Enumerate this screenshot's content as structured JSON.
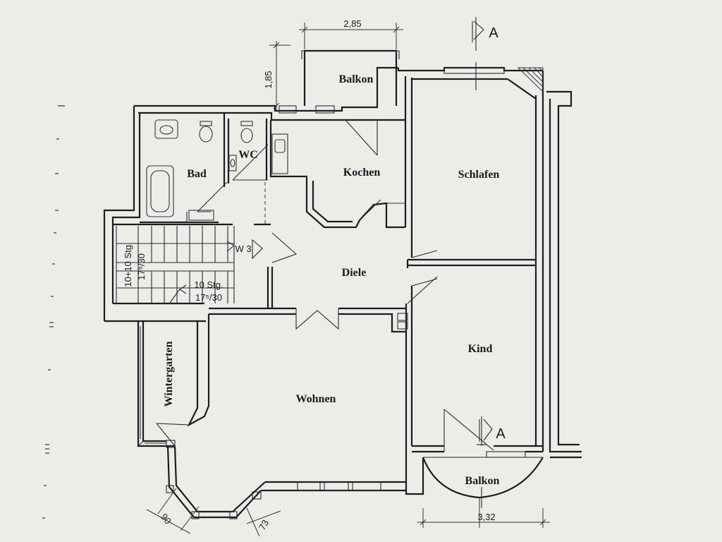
{
  "rooms": {
    "balkon_top": "Balkon",
    "kochen": "Kochen",
    "schlafen": "Schlafen",
    "bad": "Bad",
    "wc": "WC",
    "diele": "Diele",
    "kind": "Kind",
    "wohnen": "Wohnen",
    "wintergarten": "Wintergarten",
    "balkon_bottom": "Balkon"
  },
  "dimensions": {
    "top_width": "2,85",
    "top_depth": "1,85",
    "bottom_width": "3,32",
    "bay_left": "90",
    "bay_right": "73"
  },
  "stairs": {
    "flight1_line1": "10+10 Stg.",
    "flight1_line2": "17⁵/30",
    "flight2_line1": "10 Stg.",
    "flight2_line2": "17⁵/30",
    "unit": "W 3"
  },
  "section_marks": {
    "top": "A",
    "bottom": "A"
  }
}
